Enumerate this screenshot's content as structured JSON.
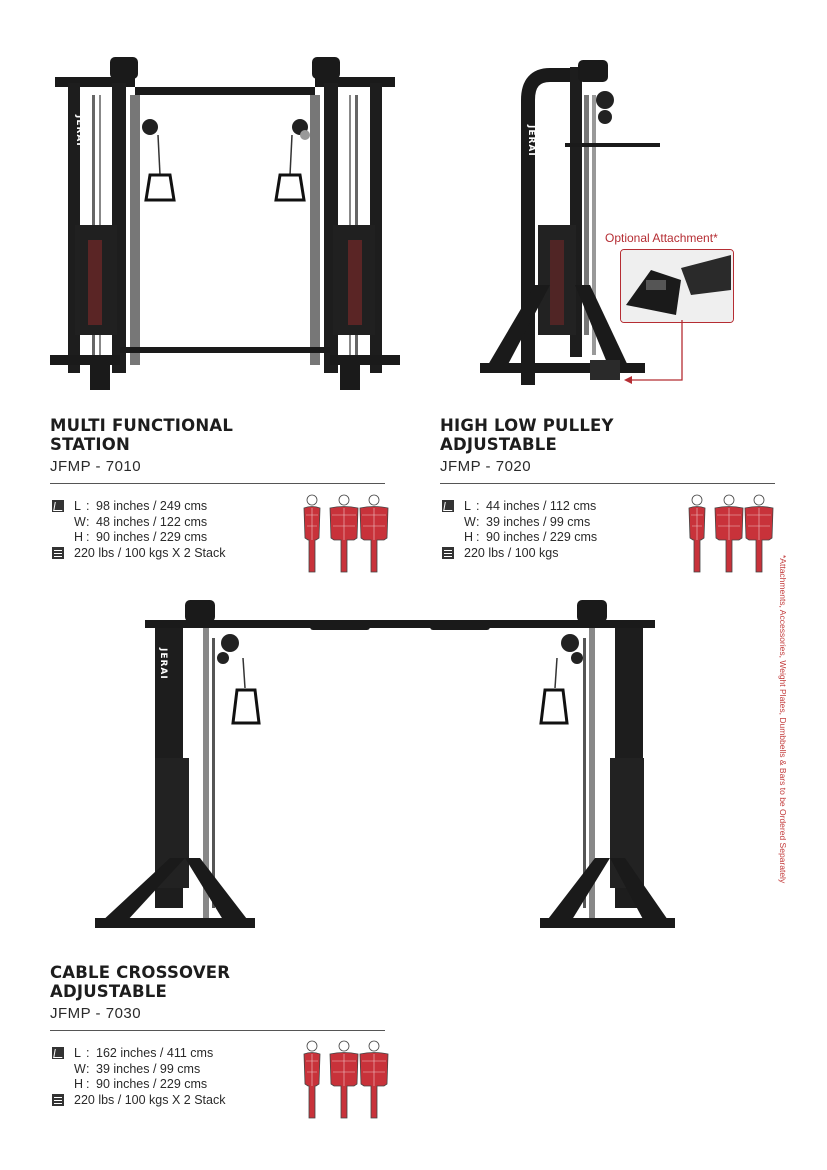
{
  "products": [
    {
      "name_line1": "MULTI FUNCTIONAL",
      "name_line2": "STATION",
      "code": "JFMP - 7010",
      "dims": {
        "L": "98 inches / 249 cms",
        "W": "48 inches / 122 cms",
        "H": "90 inches / 229 cms"
      },
      "stack": "220 lbs / 100 kgs X 2 Stack"
    },
    {
      "name_line1": "HIGH LOW PULLEY",
      "name_line2": "ADJUSTABLE",
      "code": "JFMP - 7020",
      "dims": {
        "L": "44 inches / 112 cms",
        "W": "39 inches / 99 cms",
        "H": "90 inches / 229 cms"
      },
      "stack": "220 lbs / 100 kgs"
    },
    {
      "name_line1": "CABLE CROSSOVER",
      "name_line2": "ADJUSTABLE",
      "code": "JFMP - 7030",
      "dims": {
        "L": "162 inches / 411 cms",
        "W": "39 inches / 99 cms",
        "H": "90 inches / 229 cms"
      },
      "stack": "220 lbs / 100 kgs X 2 Stack"
    }
  ],
  "labels": {
    "L": "L",
    "W": "W",
    "H": "H",
    "colon": ":"
  },
  "brand_text": "JERAI",
  "optional_attachment": "Optional Attachment*",
  "side_note": "*Attachments, Accessories, Weight Plates, Dumbbells & Bars to be Ordered Separately",
  "colors": {
    "accent_red": "#b52d33",
    "frame_black": "#1a1a1a",
    "muscle_red": "#c8323a"
  },
  "icons": {
    "dimension": "dimension-icon",
    "stack": "weight-stack-icon",
    "muscle": "muscle-figure-icon"
  }
}
